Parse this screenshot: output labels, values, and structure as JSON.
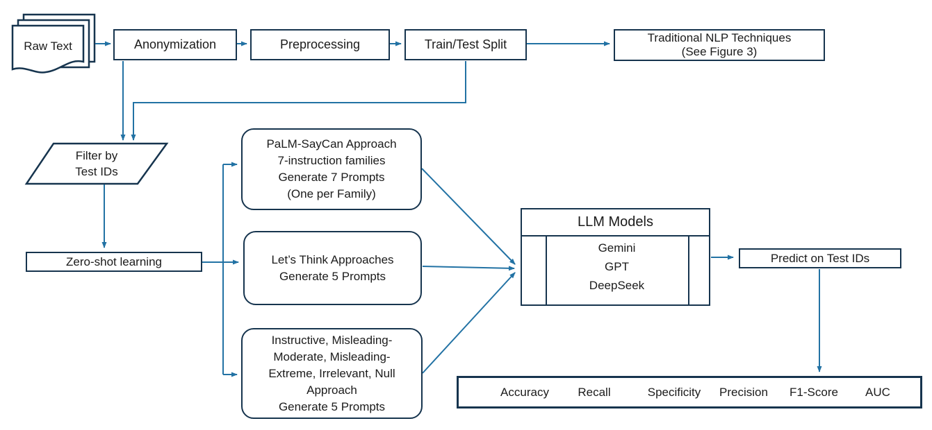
{
  "colors": {
    "border": "#16344E",
    "connector": "#2272A4",
    "text": "#1B1B1B"
  },
  "nodes": {
    "raw_text": {
      "label": "Raw Text"
    },
    "anonymization": {
      "label": "Anonymization"
    },
    "preprocessing": {
      "label": "Preprocessing"
    },
    "train_test_split": {
      "label": "Train/Test Split"
    },
    "traditional_nlp": {
      "lines": [
        "Traditional NLP Techniques",
        "(See Figure 3)"
      ]
    },
    "filter_by_test_ids": {
      "lines": [
        "Filter by",
        "Test IDs"
      ]
    },
    "zero_shot": {
      "label": "Zero-shot learning"
    },
    "palm_saycan": {
      "lines": [
        "PaLM-SayCan Approach",
        "7-instruction families",
        "Generate 7 Prompts",
        "(One per Family)"
      ]
    },
    "lets_think": {
      "lines": [
        "Let’s Think Approaches",
        "Generate 5 Prompts"
      ]
    },
    "adversarial_prompts": {
      "lines": [
        "Instructive, Misleading-",
        "Moderate, Misleading-",
        "Extreme, Irrelevant, Null",
        "Approach",
        "Generate 5 Prompts"
      ]
    },
    "llm_models": {
      "title": "LLM Models",
      "models": [
        "Gemini",
        "GPT",
        "DeepSeek"
      ]
    },
    "predict": {
      "label": "Predict on Test IDs"
    },
    "metrics": [
      "Accuracy",
      "Recall",
      "Specificity",
      "Precision",
      "F1-Score",
      "AUC"
    ]
  }
}
